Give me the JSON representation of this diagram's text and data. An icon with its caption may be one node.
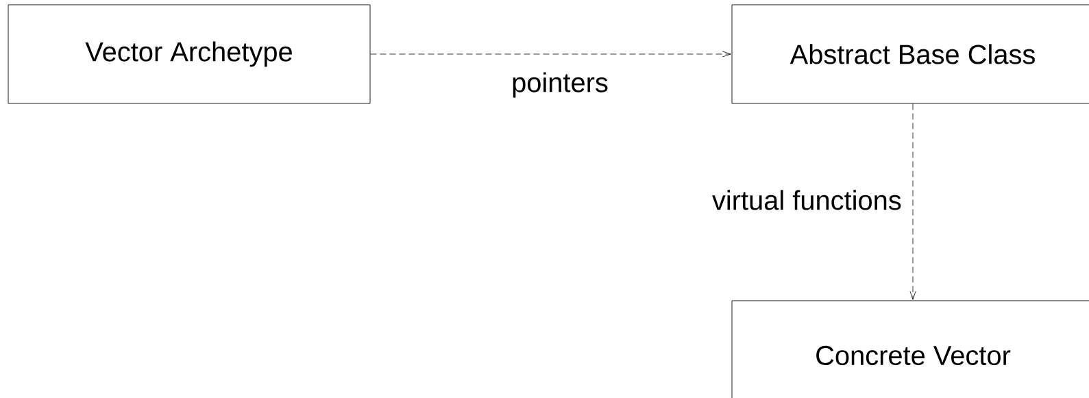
{
  "diagram": {
    "nodes": [
      {
        "text": [
          "Vector Archetype"
        ]
      },
      {
        "text": [
          "Abstract Base Class"
        ]
      },
      {
        "text": [
          "Concrete Vector"
        ]
      }
    ],
    "edges": [
      {
        "from": 0,
        "to": 1,
        "arrow": "to",
        "style": "dashed",
        "label": "pointers"
      },
      {
        "from": 1,
        "to": 2,
        "arrow": "to",
        "style": "dashed",
        "label": "virtual functions"
      }
    ]
  }
}
